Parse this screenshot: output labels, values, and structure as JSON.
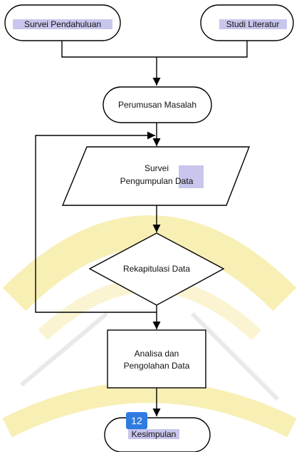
{
  "flowchart": {
    "nodes": {
      "survei_pendahuluan": {
        "label": "Survei Pendahuluan"
      },
      "studi_literatur": {
        "label": "Studi Literatur"
      },
      "perumusan_masalah": {
        "label": "Perumusan Masalah"
      },
      "survei_pengumpulan": {
        "line1": "Survei",
        "line2a": "Pengumpulan ",
        "line2b": "Data"
      },
      "rekapitulasi": {
        "label": "Rekapitulasi Data"
      },
      "analisa": {
        "line1": "Analisa  dan",
        "line2": "Pengolahan Data"
      },
      "kesimpulan": {
        "label": "Kesimpulan"
      }
    }
  },
  "page_badge": {
    "number": "12"
  },
  "colors": {
    "highlight": "#c8c6ec",
    "badge": "#2f7be0",
    "watermark": "#f4e27a",
    "line": "#000000"
  }
}
